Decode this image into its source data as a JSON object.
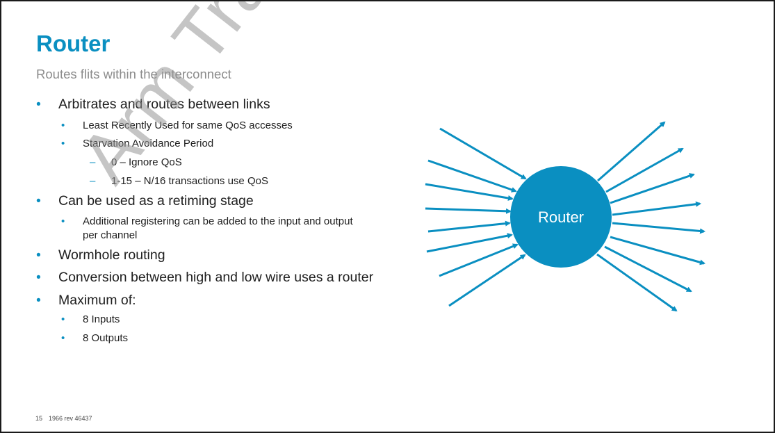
{
  "slide": {
    "title": "Router",
    "subtitle": "Routes flits within the interconnect",
    "bullets": [
      {
        "level": 1,
        "text": "Arbitrates and routes between links"
      },
      {
        "level": 2,
        "text": "Least Recently Used for same QoS accesses"
      },
      {
        "level": 2,
        "text": "Starvation Avoidance Period"
      },
      {
        "level": 3,
        "text": "0 – Ignore QoS"
      },
      {
        "level": 3,
        "text": "1-15 – N/16 transactions use QoS"
      },
      {
        "level": 1,
        "text": "Can be used as a retiming stage"
      },
      {
        "level": 2,
        "text": "Additional registering can be added to the input and output"
      },
      {
        "level": 2,
        "text": "per channel"
      },
      {
        "level": 1,
        "text": "Wormhole routing"
      },
      {
        "level": 1,
        "text": "Conversion between high and low wire uses a router"
      },
      {
        "level": 1,
        "text": "Maximum of:"
      },
      {
        "level": 2,
        "text": "8 Inputs"
      },
      {
        "level": 2,
        "text": "8 Outputs"
      }
    ],
    "footer": {
      "page_number": "15",
      "doc_ref": "1966 rev 46437"
    },
    "watermark": "Arm Training"
  },
  "diagram": {
    "node_label": "Router",
    "inputs_count": 8,
    "outputs_count": 8,
    "colors": {
      "node": "#0a8fc1",
      "arrow": "#0a8fc1",
      "title": "#0a8fc1",
      "bullet": "#0a8fc1"
    }
  }
}
